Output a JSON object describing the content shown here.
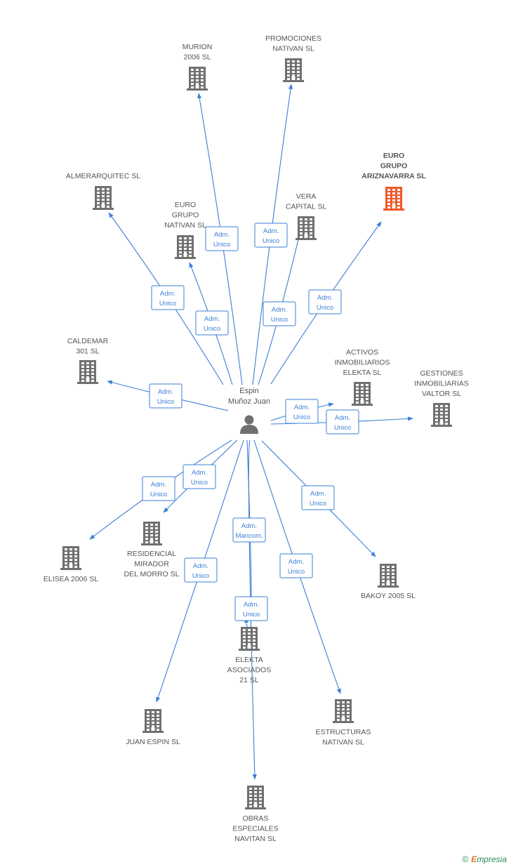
{
  "center": {
    "name_lines": [
      "Espin",
      "Muñoz Juan"
    ]
  },
  "colors": {
    "company": "#707070",
    "highlight": "#f05a28",
    "edge": "#3b7fd4",
    "person": "#707070"
  },
  "nodes": [
    {
      "id": "murion",
      "lines": [
        "MURION",
        "2006 SL"
      ],
      "highlight": false
    },
    {
      "id": "promociones",
      "lines": [
        "PROMOCIONES",
        "NATIVAN SL"
      ],
      "highlight": false
    },
    {
      "id": "euro-ariz",
      "lines": [
        "EURO",
        "GRUPO",
        "ARIZNAVARRA SL"
      ],
      "highlight": true
    },
    {
      "id": "almerarquitec",
      "lines": [
        "ALMERARQUITEC SL"
      ],
      "highlight": false
    },
    {
      "id": "euro-nativan",
      "lines": [
        "EURO",
        "GRUPO",
        "NATIVAN SL"
      ],
      "highlight": false
    },
    {
      "id": "vera",
      "lines": [
        "VERA",
        "CAPITAL SL"
      ],
      "highlight": false
    },
    {
      "id": "caldemar",
      "lines": [
        "CALDEMAR",
        "301 SL"
      ],
      "highlight": false
    },
    {
      "id": "activos",
      "lines": [
        "ACTIVOS",
        "INMOBILIARIOS",
        "ELEKTA SL"
      ],
      "highlight": false
    },
    {
      "id": "gestiones",
      "lines": [
        "GESTIONES",
        "INMOBILIARIAS",
        "VALTOR SL"
      ],
      "highlight": false
    },
    {
      "id": "elisea",
      "lines": [
        "ELISEA 2006 SL"
      ],
      "highlight": false
    },
    {
      "id": "residencial",
      "lines": [
        "RESIDENCIAL",
        "MIRADOR",
        "DEL MORRO SL"
      ],
      "highlight": false
    },
    {
      "id": "bakoy",
      "lines": [
        "BAKOY 2005 SL"
      ],
      "highlight": false
    },
    {
      "id": "elekta-asoc",
      "lines": [
        "ELEKTA",
        "ASOCIADOS",
        "21 SL"
      ],
      "highlight": false
    },
    {
      "id": "juan-espin",
      "lines": [
        "JUAN ESPIN SL"
      ],
      "highlight": false
    },
    {
      "id": "estructuras",
      "lines": [
        "ESTRUCTURAS",
        "NATIVAN SL"
      ],
      "highlight": false
    },
    {
      "id": "obras",
      "lines": [
        "OBRAS",
        "ESPECIALES",
        "NAVITAN SL"
      ],
      "highlight": false
    }
  ],
  "edges": [
    {
      "to": "murion",
      "role": [
        "Adm.",
        "Unico"
      ]
    },
    {
      "to": "promociones",
      "role": [
        "Adm.",
        "Unico"
      ]
    },
    {
      "to": "euro-ariz",
      "role": [
        "Adm.",
        "Unico"
      ]
    },
    {
      "to": "almerarquitec",
      "role": [
        "Adm.",
        "Unico"
      ]
    },
    {
      "to": "euro-nativan",
      "role": [
        "Adm.",
        "Unico"
      ]
    },
    {
      "to": "vera",
      "role": [
        "Adm.",
        "Unico"
      ]
    },
    {
      "to": "caldemar",
      "role": [
        "Adm.",
        "Unico"
      ]
    },
    {
      "to": "activos",
      "role": [
        "Adm.",
        "Unico"
      ]
    },
    {
      "to": "gestiones",
      "role": [
        "Adm.",
        "Unico"
      ]
    },
    {
      "to": "elisea",
      "role": [
        "Adm.",
        "Unico"
      ]
    },
    {
      "to": "residencial",
      "role": [
        "Adm.",
        "Unico"
      ]
    },
    {
      "to": "bakoy",
      "role": [
        "Adm.",
        "Unico"
      ]
    },
    {
      "to": "elekta-asoc",
      "role": [
        "Adm.",
        "Unico"
      ]
    },
    {
      "to": "juan-espin",
      "role": [
        "Adm.",
        "Unico"
      ]
    },
    {
      "to": "estructuras",
      "role": [
        "Adm.",
        "Unico"
      ]
    },
    {
      "to": "obras",
      "role": [
        "Adm.",
        "Mancom."
      ]
    }
  ],
  "footer": {
    "copyright": "©",
    "brand_first": "E",
    "brand_rest": "mpresia"
  }
}
